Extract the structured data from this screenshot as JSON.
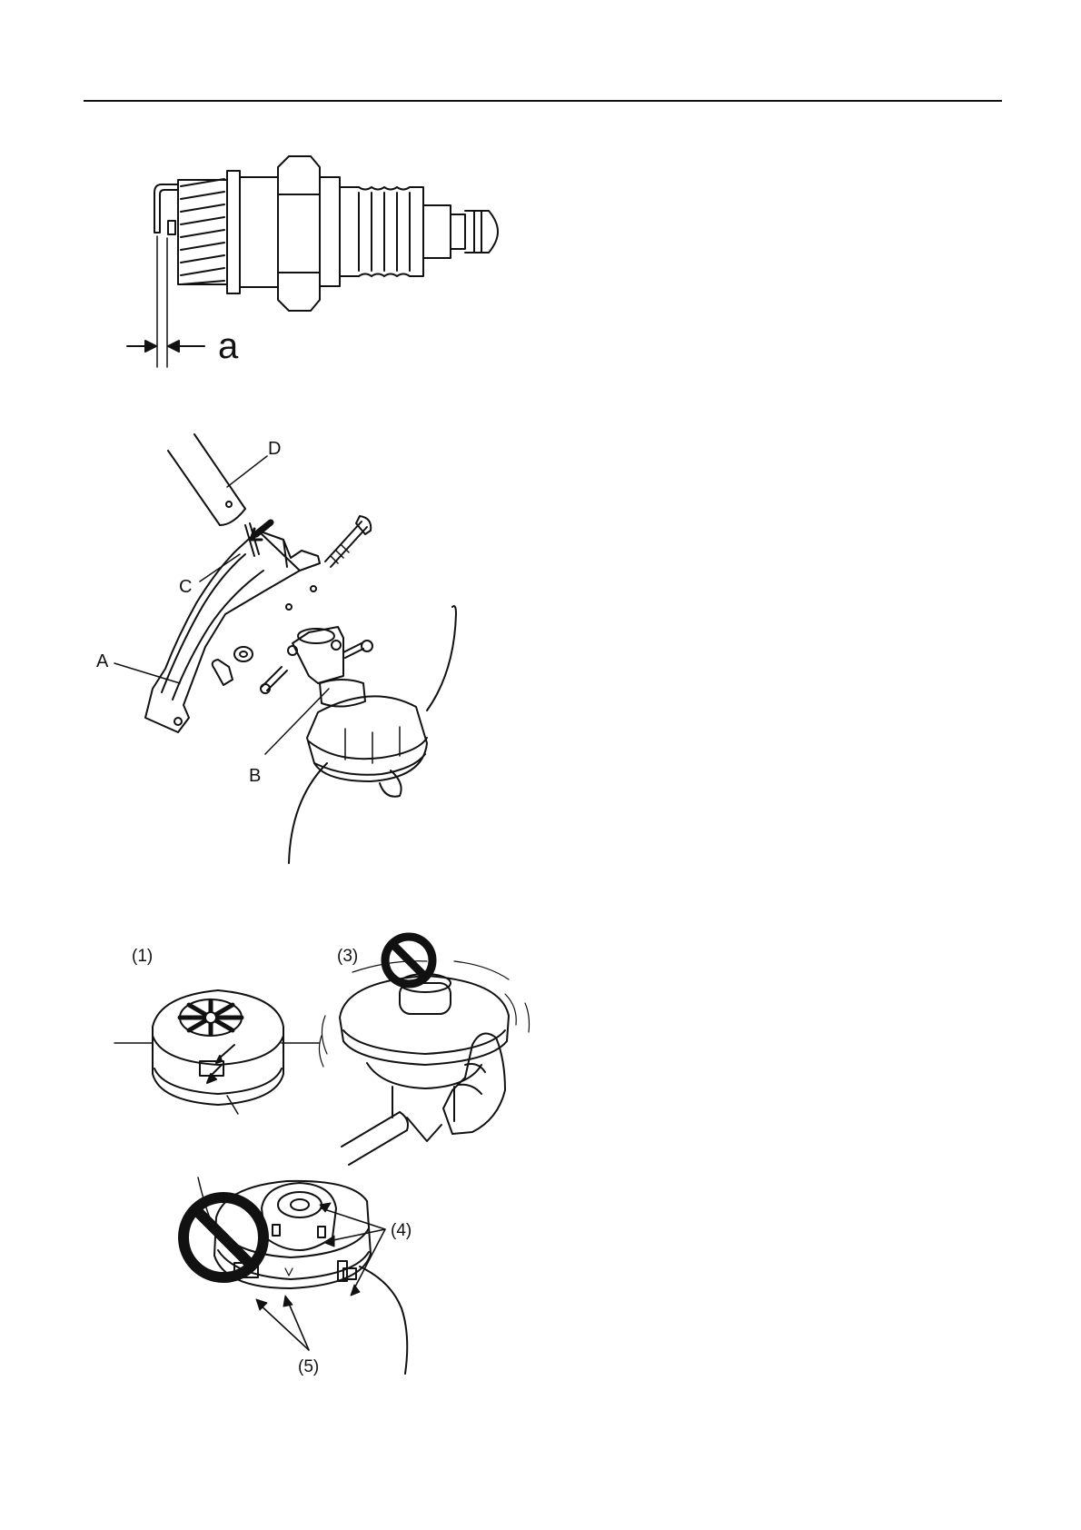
{
  "figure1": {
    "gap_label": "a"
  },
  "figure2": {
    "labels": {
      "D": "D",
      "C": "C",
      "A": "A",
      "B": "B"
    }
  },
  "figure3": {
    "label_1": "(1)",
    "label_3": "(3)"
  },
  "figure4": {
    "label_4": "(4)",
    "label_5": "(5)"
  },
  "icons": [
    "prohibition-icon",
    "prohibition-icon"
  ],
  "colors": {
    "ink": "#111111",
    "paper": "#ffffff"
  }
}
